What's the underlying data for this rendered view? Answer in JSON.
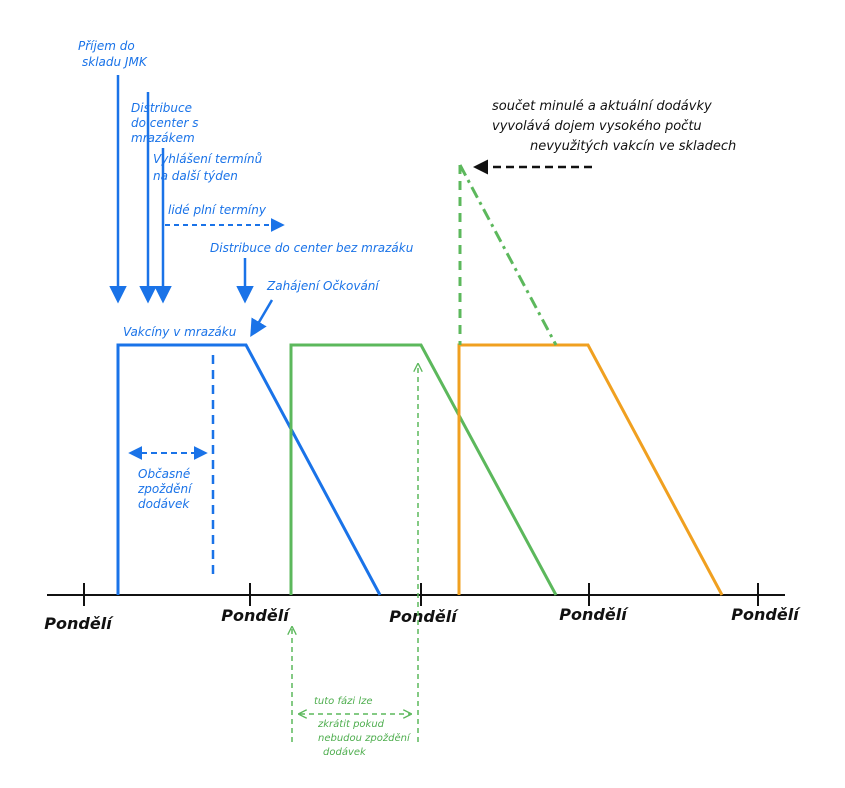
{
  "colors": {
    "blue": "#1a73e8",
    "green": "#5cb85c",
    "orange": "#f0a020",
    "black": "#111111"
  },
  "axis": {
    "tick_labels": [
      "Pondělí",
      "Pondělí",
      "Pondělí",
      "Pondělí",
      "Pondělí"
    ]
  },
  "annotations": {
    "prijem": [
      "Příjem do",
      "skladu JMK"
    ],
    "distribuce_mrazak": [
      "Distribuce",
      "do center s",
      "mrazákem"
    ],
    "vyhlaseni": [
      "Vyhlášení termínů",
      "na další týden"
    ],
    "lide_plni": "lidé plní termíny",
    "distribuce_bez": "Distribuce do center bez mrazáku",
    "zahajeni": "Zahájení Očkování",
    "vakciny": "Vakcíny v mrazáku",
    "obcasne": [
      "Občasné",
      "zpoždění",
      "dodávek"
    ],
    "soucet": [
      "součet minulé a aktuální dodávky",
      "vyvolává dojem vysokého počtu",
      "nevyužitých vakcín ve skladech"
    ],
    "tuto_fazi": [
      "tuto fázi lze",
      "zkrátit pokud",
      "nebudou zpoždění",
      "dodávek"
    ]
  }
}
